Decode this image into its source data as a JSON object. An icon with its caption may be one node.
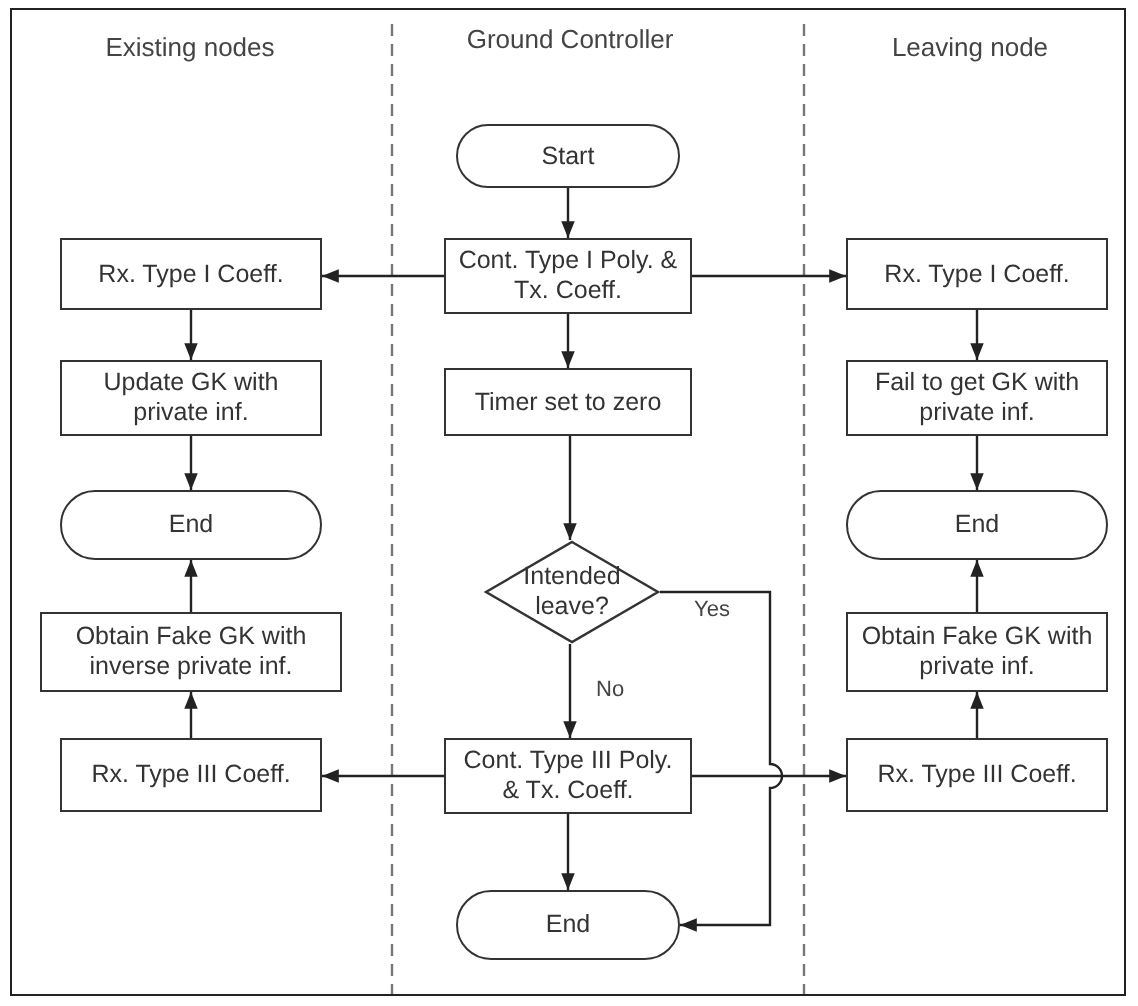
{
  "diagram": {
    "nodes": [
      {
        "text": [
          "Start"
        ]
      },
      {
        "text": [
          "Cont. Type I Poly. & Tx. Coeff."
        ]
      },
      {
        "text": [
          "Rx. Type I Coeff."
        ]
      },
      {
        "text": [
          "Rx. Type I Coeff."
        ]
      },
      {
        "text": [
          "Timer set to zero"
        ]
      },
      {
        "text": [
          "Update GK with private inf."
        ]
      },
      {
        "text": [
          "Fail to get GK with private inf."
        ]
      },
      {
        "text": [
          "End"
        ]
      },
      {
        "text": [
          "End"
        ]
      },
      {
        "text": [
          "Intended leave?"
        ]
      },
      {
        "text": [
          "Obtain Fake GK with inverse private inf."
        ]
      },
      {
        "text": [
          "Obtain Fake GK with private inf."
        ]
      },
      {
        "text": [
          "Rx. Type III Coeff."
        ]
      },
      {
        "text": [
          "Cont. Type III Poly. & Tx. Coeff."
        ]
      },
      {
        "text": [
          "Rx. Type III Coeff."
        ]
      },
      {
        "text": [
          "End"
        ]
      }
    ],
    "edges": [
      {
        "from": 0,
        "to": 1,
        "arrow": "to"
      },
      {
        "from": 1,
        "to": 2,
        "arrow": "to"
      },
      {
        "from": 1,
        "to": 3,
        "arrow": "to"
      },
      {
        "from": 1,
        "to": 4,
        "arrow": "to"
      },
      {
        "from": 2,
        "to": 5,
        "arrow": "to"
      },
      {
        "from": 5,
        "to": 7,
        "arrow": "to"
      },
      {
        "from": 3,
        "to": 6,
        "arrow": "to"
      },
      {
        "from": 6,
        "to": 8,
        "arrow": "to"
      },
      {
        "from": 4,
        "to": 9,
        "arrow": "to"
      },
      {
        "from": 9,
        "to": 13,
        "label": "No",
        "arrow": "to"
      },
      {
        "from": 9,
        "to": 15,
        "label": "Yes",
        "arrow": "to"
      },
      {
        "from": 13,
        "to": 12,
        "arrow": "to"
      },
      {
        "from": 13,
        "to": 14,
        "arrow": "to"
      },
      {
        "from": 13,
        "to": 15,
        "arrow": "to"
      },
      {
        "from": 12,
        "to": 10,
        "arrow": "to"
      },
      {
        "from": 10,
        "to": 7,
        "arrow": "to"
      },
      {
        "from": 14,
        "to": 11,
        "arrow": "to"
      },
      {
        "from": 11,
        "to": 8,
        "arrow": "to"
      }
    ],
    "labels": [
      "Existing nodes",
      "Ground Controller",
      "Leaving node"
    ]
  }
}
